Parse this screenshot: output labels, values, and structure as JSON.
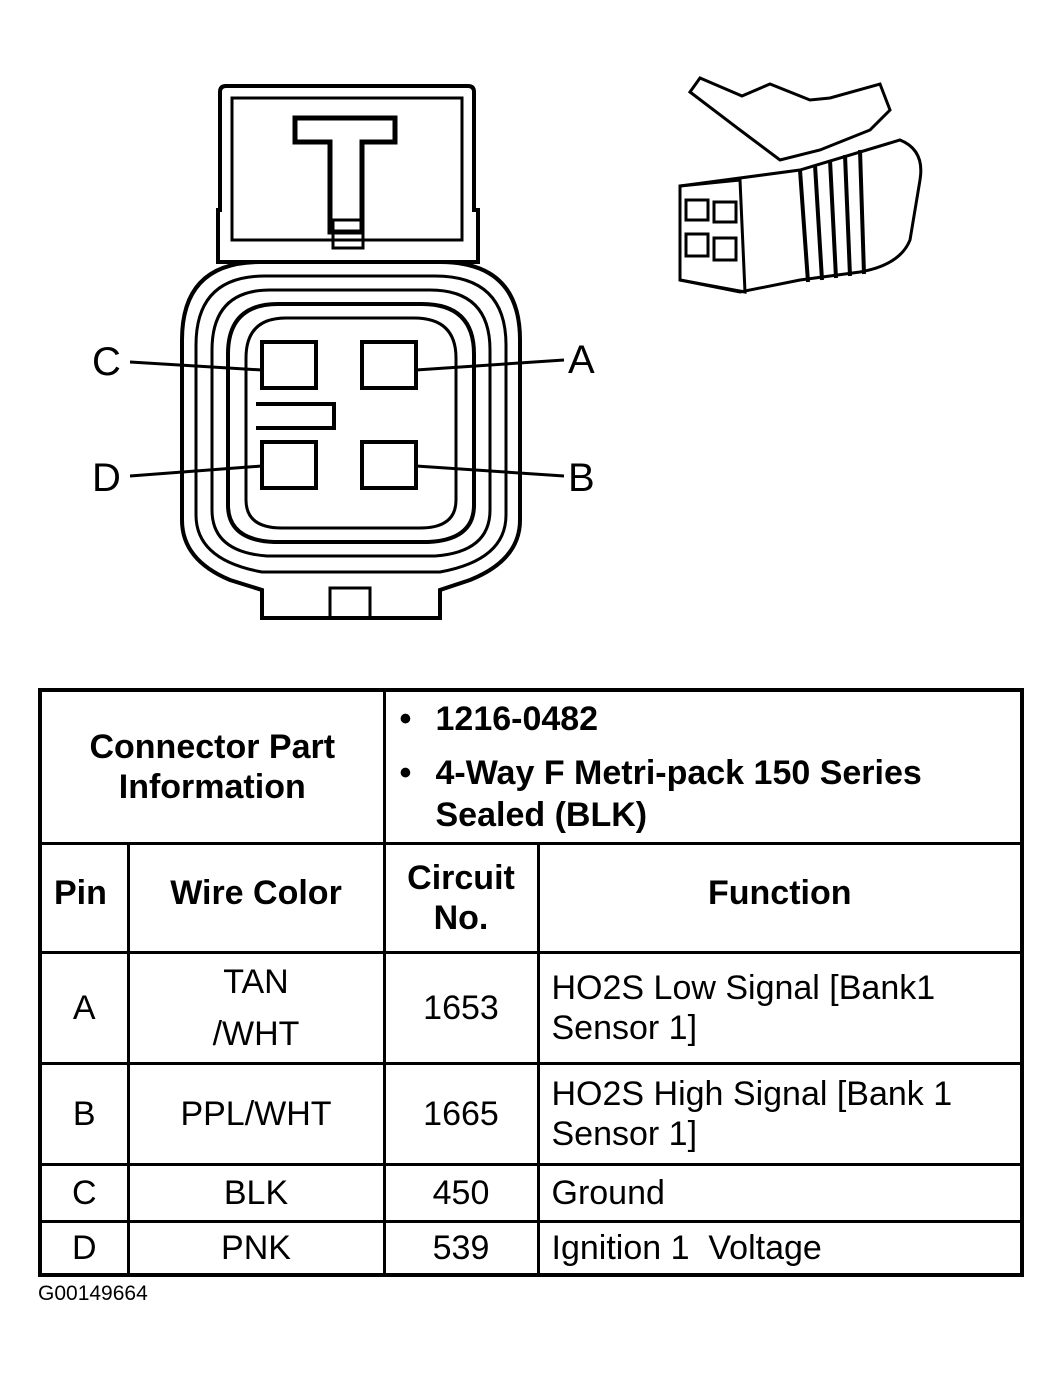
{
  "diagram": {
    "pin_labels": {
      "a": "A",
      "b": "B",
      "c": "C",
      "d": "D"
    }
  },
  "table": {
    "connector_part_info_label_line1": "Connector Part",
    "connector_part_info_label_line2": "Information",
    "part_info": {
      "bullet": "•",
      "part_number": "1216-0482",
      "description_line1": "4-Way F Metri-pack 150 Series",
      "description_line2": "Sealed (BLK)"
    },
    "headers": {
      "pin": "Pin",
      "wire_color": "Wire Color",
      "circuit_line1": "Circuit",
      "circuit_line2": "No.",
      "function": "Function"
    },
    "rows": [
      {
        "pin": "A",
        "wire_line1": "TAN",
        "wire_line2": "/WHT",
        "circuit": "1653",
        "function_line1": "HO2S Low Signal [Bank1",
        "function_line2": "Sensor 1]"
      },
      {
        "pin": "B",
        "wire_line1": "PPL/WHT",
        "wire_line2": "",
        "circuit": "1665",
        "function_line1": "HO2S High Signal [Bank 1",
        "function_line2": "Sensor 1]"
      },
      {
        "pin": "C",
        "wire_line1": "BLK",
        "wire_line2": "",
        "circuit": "450",
        "function_line1": "Ground",
        "function_line2": ""
      },
      {
        "pin": "D",
        "wire_line1": "PNK",
        "wire_line2": "",
        "circuit": "539",
        "function_line1": "Ignition 1  Voltage",
        "function_line2": ""
      }
    ]
  },
  "figure_id": "G00149664"
}
